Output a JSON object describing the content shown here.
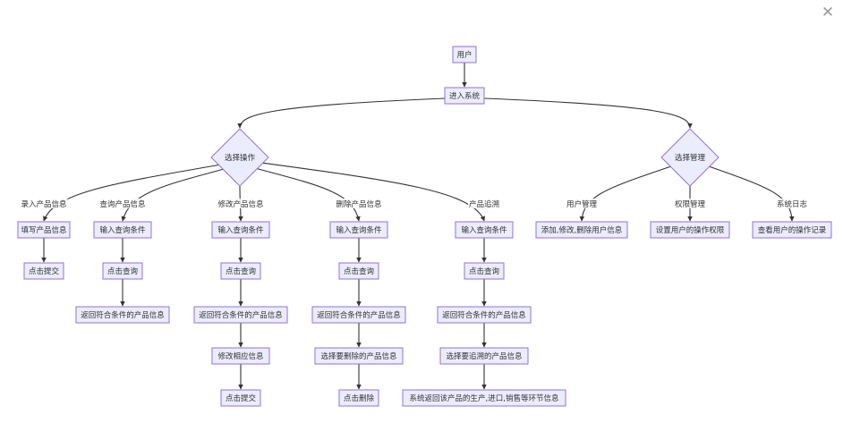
{
  "close_icon": "close-icon",
  "nodes": {
    "user": "用户",
    "enter_system": "进入系统",
    "select_operation": "选择操作",
    "select_management": "选择管理",
    "fill_product_info": "填写产品信息",
    "click_submit_1": "点击提交",
    "query_input_1": "输入查询条件",
    "click_query_1": "点击查询",
    "return_matching_1": "返回符合条件的产品信息",
    "query_input_2": "输入查询条件",
    "click_query_2": "点击查询",
    "return_matching_2": "返回符合条件的产品信息",
    "modify_info": "修改相应信息",
    "click_submit_2": "点击提交",
    "query_input_3": "输入查询条件",
    "click_query_3": "点击查询",
    "return_matching_3": "返回符合条件的产品信息",
    "select_delete": "选择要删除的产品信息",
    "click_delete": "点击删除",
    "query_input_4": "输入查询条件",
    "click_query_4": "点击查询",
    "return_matching_4": "返回符合条件的产品信息",
    "select_trace": "选择要追溯的产品信息",
    "system_return": "系统返回该产品的生产,进口,销售等环节信息",
    "add_modify_delete_user": "添加,修改,删除用户信息",
    "set_permissions": "设置用户的操作权限",
    "view_logs": "查看用户的操作记录"
  },
  "edge_labels": {
    "entry": "录入产品信息",
    "query": "查询产品信息",
    "modify": "修改产品信息",
    "delete": "删除产品信息",
    "trace": "产品追溯",
    "user_mgmt": "用户管理",
    "perm_mgmt": "权限管理",
    "sys_log": "系统日志"
  },
  "colors": {
    "node_fill": "#ECECFF",
    "node_stroke": "#9370DB",
    "edge": "#333333",
    "text": "#333333"
  }
}
